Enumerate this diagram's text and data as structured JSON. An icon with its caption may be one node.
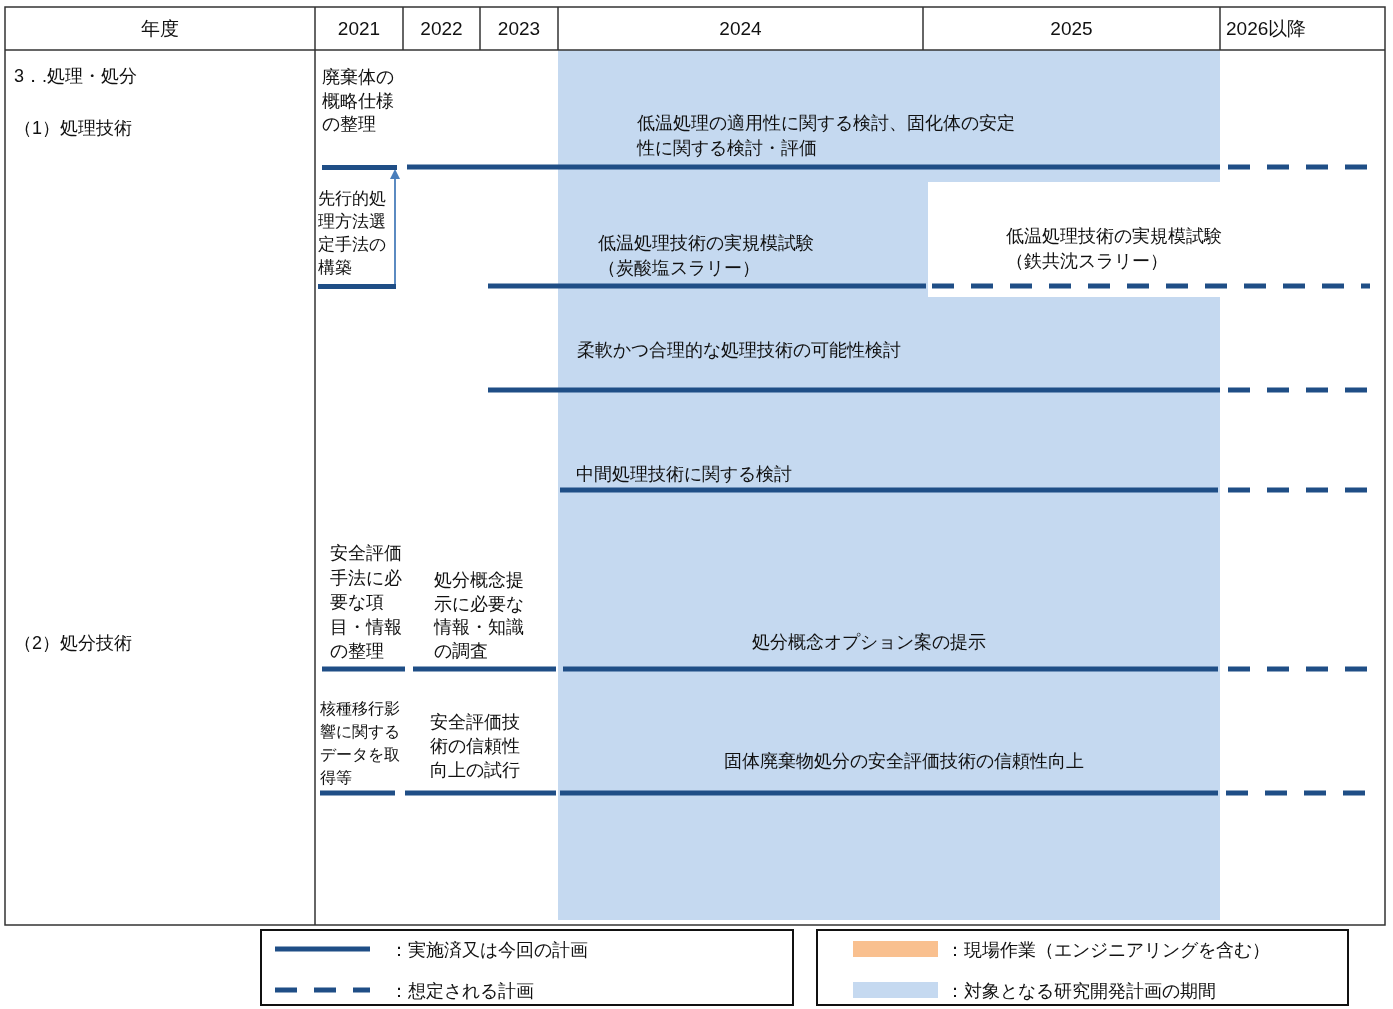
{
  "diagram": {
    "nodes": [
      {
        "text": [
          "廃棄体の概略仕様の整理"
        ]
      },
      {
        "text": [
          "先行的処理方法選定手法の構築"
        ]
      }
    ],
    "edges": [
      {
        "from": 1,
        "to": 0,
        "arrow": "to"
      }
    ],
    "labels": [
      "年度",
      "2021",
      "2022",
      "2023",
      "2024",
      "2025",
      "2026以降",
      "3．.処理・処分",
      "（1）処理技術",
      "低温処理の適用性に関する検討、固化体の安定性に関する検討・評価",
      "低温処理技術の実規模試験（炭酸塩スラリー）",
      "低温処理技術の実規模試験（鉄共沈スラリー）",
      "柔軟かつ合理的な処理技術の可能性検討",
      "中間処理技術に関する検討",
      "（2）処分技術",
      "安全評価手法に必要な項目・情報の整理",
      "処分概念提示に必要な情報・知識の調査",
      "処分概念オプション案の提示",
      "核種移行影響に関するデータを取得等",
      "安全評価技術の信頼性向上の試行",
      "固体廃棄物処分の安全評価技術の信頼性向上"
    ],
    "legend": [
      {
        "text": "：実施済又は今回の計画"
      },
      {
        "text": "：想定される計画"
      },
      {
        "text": "：現場作業（エンジニアリングを含む）",
        "color": "#f9c08f"
      },
      {
        "text": "：対象となる研究開発計画の期間",
        "color": "#c5d9f0"
      }
    ]
  }
}
